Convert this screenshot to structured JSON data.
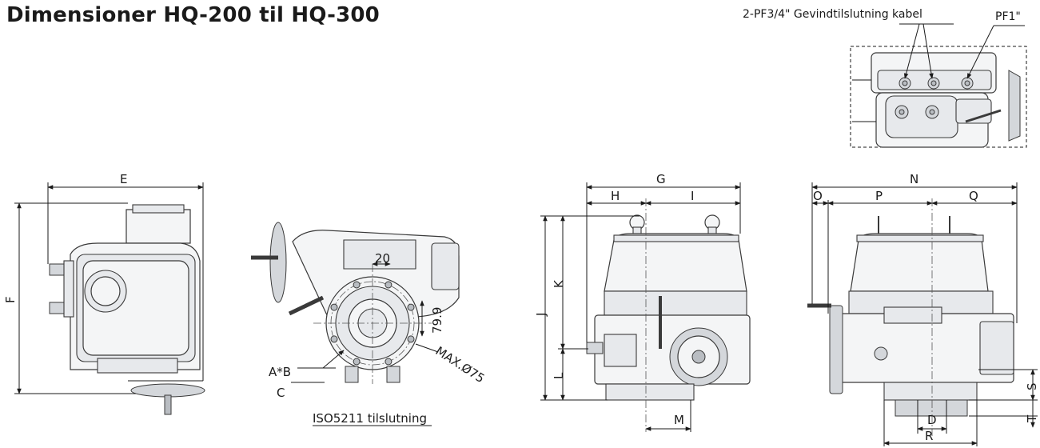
{
  "title": "Dimensioner HQ-200 til HQ-300",
  "detail_callouts": {
    "cable_thread": "2-PF3/4\" Gevindtilslutning kabel",
    "pf1": "PF1\""
  },
  "front_view": {
    "dim_width": "E",
    "dim_height": "F"
  },
  "flange_view": {
    "dim_20": "20",
    "dim_799": "79.9",
    "dim_max": "MAX.Ø75",
    "label_ab": "A*B",
    "label_c": "C",
    "caption": "ISO5211 tilslutning"
  },
  "side_view": {
    "dim_g": "G",
    "dim_h": "H",
    "dim_i": "I",
    "dim_j": "J",
    "dim_k": "K",
    "dim_l": "L",
    "dim_m": "M"
  },
  "rear_view": {
    "dim_n": "N",
    "dim_o": "O",
    "dim_p": "P",
    "dim_q": "Q",
    "dim_s": "S",
    "dim_t": "T",
    "dim_d": "D",
    "dim_r": "R"
  }
}
